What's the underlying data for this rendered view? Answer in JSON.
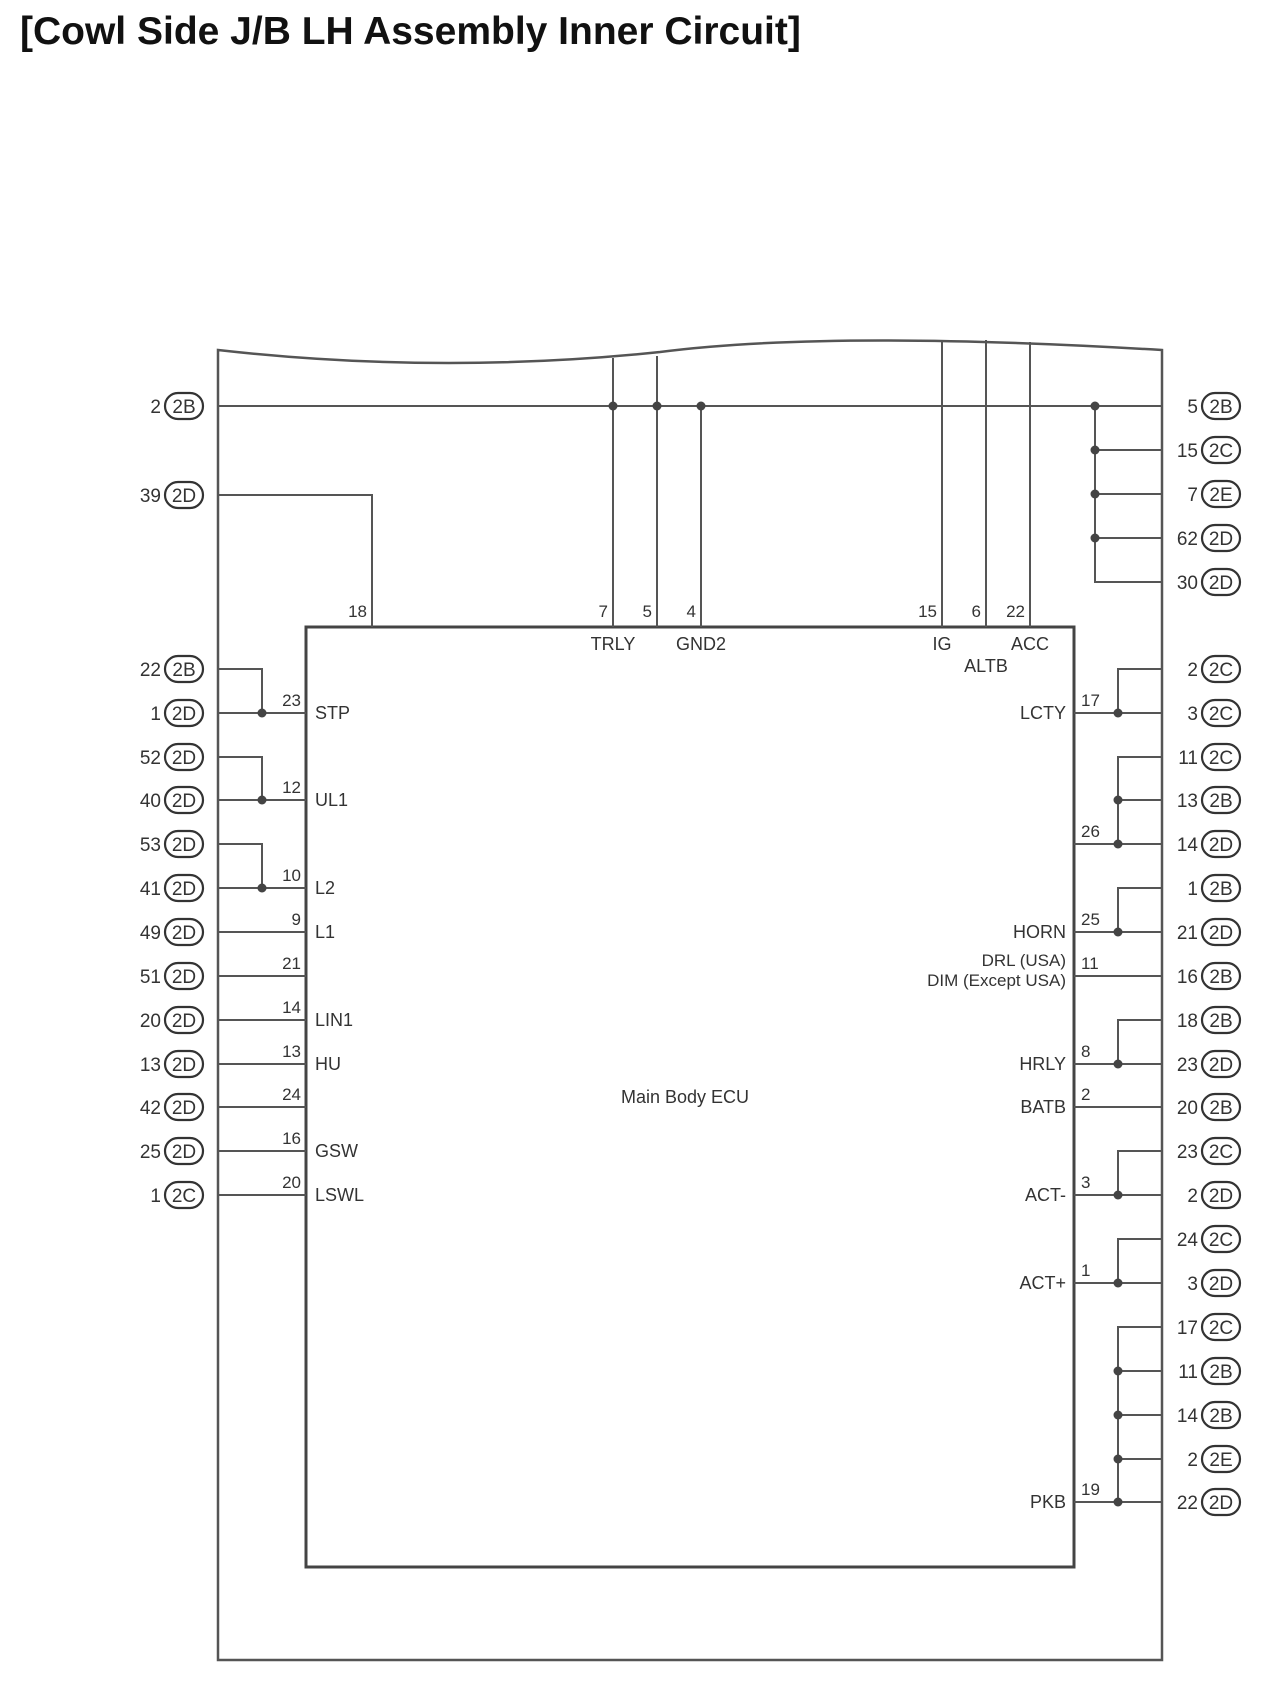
{
  "title": "[Cowl Side J/B LH Assembly Inner Circuit]",
  "ecu_label": "Main Body ECU",
  "connectors": {
    "left": [
      {
        "num": "2",
        "conn": "2B"
      },
      {
        "num": "39",
        "conn": "2D"
      },
      {
        "num": "22",
        "conn": "2B"
      },
      {
        "num": "1",
        "conn": "2D"
      },
      {
        "num": "52",
        "conn": "2D"
      },
      {
        "num": "40",
        "conn": "2D"
      },
      {
        "num": "53",
        "conn": "2D"
      },
      {
        "num": "41",
        "conn": "2D"
      },
      {
        "num": "49",
        "conn": "2D"
      },
      {
        "num": "51",
        "conn": "2D"
      },
      {
        "num": "20",
        "conn": "2D"
      },
      {
        "num": "13",
        "conn": "2D"
      },
      {
        "num": "42",
        "conn": "2D"
      },
      {
        "num": "25",
        "conn": "2D"
      },
      {
        "num": "1",
        "conn": "2C"
      }
    ],
    "right": [
      {
        "num": "5",
        "conn": "2B"
      },
      {
        "num": "15",
        "conn": "2C"
      },
      {
        "num": "7",
        "conn": "2E"
      },
      {
        "num": "62",
        "conn": "2D"
      },
      {
        "num": "30",
        "conn": "2D"
      },
      {
        "num": "2",
        "conn": "2C"
      },
      {
        "num": "3",
        "conn": "2C"
      },
      {
        "num": "11",
        "conn": "2C"
      },
      {
        "num": "13",
        "conn": "2B"
      },
      {
        "num": "14",
        "conn": "2D"
      },
      {
        "num": "1",
        "conn": "2B"
      },
      {
        "num": "21",
        "conn": "2D"
      },
      {
        "num": "16",
        "conn": "2B"
      },
      {
        "num": "18",
        "conn": "2B"
      },
      {
        "num": "23",
        "conn": "2D"
      },
      {
        "num": "20",
        "conn": "2B"
      },
      {
        "num": "23",
        "conn": "2C"
      },
      {
        "num": "2",
        "conn": "2D"
      },
      {
        "num": "24",
        "conn": "2C"
      },
      {
        "num": "3",
        "conn": "2D"
      },
      {
        "num": "17",
        "conn": "2C"
      },
      {
        "num": "11",
        "conn": "2B"
      },
      {
        "num": "14",
        "conn": "2B"
      },
      {
        "num": "2",
        "conn": "2E"
      },
      {
        "num": "22",
        "conn": "2D"
      }
    ]
  },
  "ecu_pins": {
    "top": [
      {
        "pin": "18",
        "name": ""
      },
      {
        "pin": "7",
        "name": "TRLY"
      },
      {
        "pin": "5",
        "name": ""
      },
      {
        "pin": "4",
        "name": "GND2"
      },
      {
        "pin": "15",
        "name": "IG"
      },
      {
        "pin": "6",
        "name": "ALTB"
      },
      {
        "pin": "22",
        "name": "ACC"
      }
    ],
    "left": [
      {
        "pin": "23",
        "name": "STP"
      },
      {
        "pin": "12",
        "name": "UL1"
      },
      {
        "pin": "10",
        "name": "L2"
      },
      {
        "pin": "9",
        "name": "L1"
      },
      {
        "pin": "21",
        "name": ""
      },
      {
        "pin": "14",
        "name": "LIN1"
      },
      {
        "pin": "13",
        "name": "HU"
      },
      {
        "pin": "24",
        "name": ""
      },
      {
        "pin": "16",
        "name": "GSW"
      },
      {
        "pin": "20",
        "name": "LSWL"
      }
    ],
    "right": [
      {
        "pin": "17",
        "name": "LCTY"
      },
      {
        "pin": "26",
        "name": ""
      },
      {
        "pin": "25",
        "name": "HORN"
      },
      {
        "pin": "11",
        "name": "DRL (USA)",
        "name2": "DIM (Except USA)"
      },
      {
        "pin": "8",
        "name": "HRLY"
      },
      {
        "pin": "2",
        "name": "BATB"
      },
      {
        "pin": "3",
        "name": "ACT-"
      },
      {
        "pin": "1",
        "name": "ACT+"
      },
      {
        "pin": "19",
        "name": "PKB"
      }
    ]
  }
}
